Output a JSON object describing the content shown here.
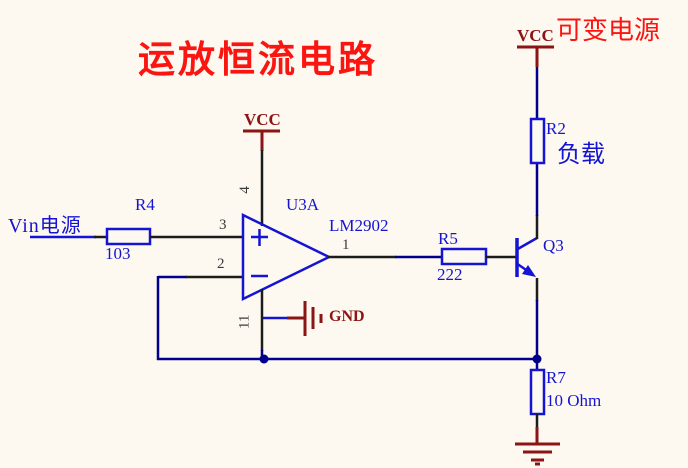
{
  "title": "运放恒流电路",
  "colors": {
    "background": "#FDF8F0",
    "wire_black": "#1C1C1C",
    "wire_blue": "#00008B",
    "component_blue": "#1414D2",
    "power_maroon": "#8B1414",
    "accent_red": "#FB1511",
    "pin_gray": "#3A3A3A"
  },
  "labels": {
    "input_source": "Vin电源",
    "variable_supply": "可变电源",
    "load": "负载",
    "vcc_left": "VCC",
    "vcc_right": "VCC",
    "gnd": "GND"
  },
  "components": {
    "opamp": {
      "ref": "U3A",
      "part": "LM2902",
      "pin_in_plus": "3",
      "pin_in_minus": "2",
      "pin_out": "1",
      "pin_vcc": "4",
      "pin_gnd": "11",
      "plus_sign": "+",
      "minus_sign": "-"
    },
    "r4": {
      "ref": "R4",
      "value": "103"
    },
    "r5": {
      "ref": "R5",
      "value": "222"
    },
    "r2": {
      "ref": "R2"
    },
    "r7": {
      "ref": "R7",
      "value": "10 Ohm"
    },
    "q3": {
      "ref": "Q3"
    }
  }
}
